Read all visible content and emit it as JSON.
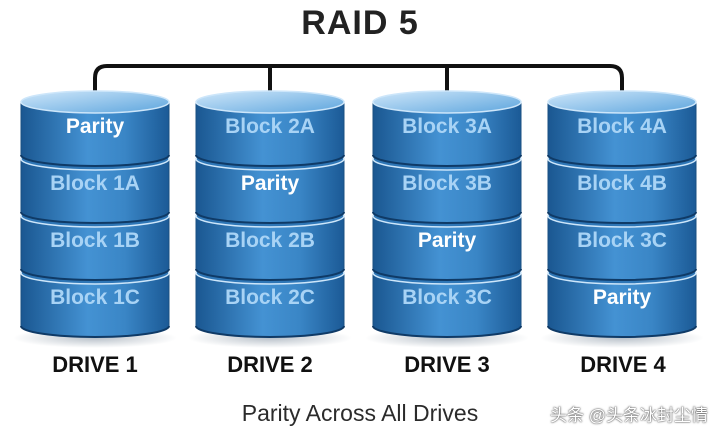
{
  "title": "RAID 5",
  "colors": {
    "disk_dark": "#1f5d9a",
    "disk_mid": "#3b86c7",
    "disk_light": "#79b7e8",
    "parity_light": "#a9d6f7",
    "connector": "#111111"
  },
  "drives": [
    {
      "label": "DRIVE 1",
      "blocks": [
        "Parity",
        "Block 1A",
        "Block 1B",
        "Block 1C"
      ]
    },
    {
      "label": "DRIVE 2",
      "blocks": [
        "Block 2A",
        "Parity",
        "Block 2B",
        "Block 2C"
      ]
    },
    {
      "label": "DRIVE 3",
      "blocks": [
        "Block 3A",
        "Block 3B",
        "Parity",
        "Block 3C"
      ]
    },
    {
      "label": "DRIVE 4",
      "blocks": [
        "Block 4A",
        "Block 4B",
        "Block 3C",
        "Parity"
      ]
    }
  ],
  "caption": "Parity Across All Drives",
  "watermark": "头条 @头条冰封尘情"
}
